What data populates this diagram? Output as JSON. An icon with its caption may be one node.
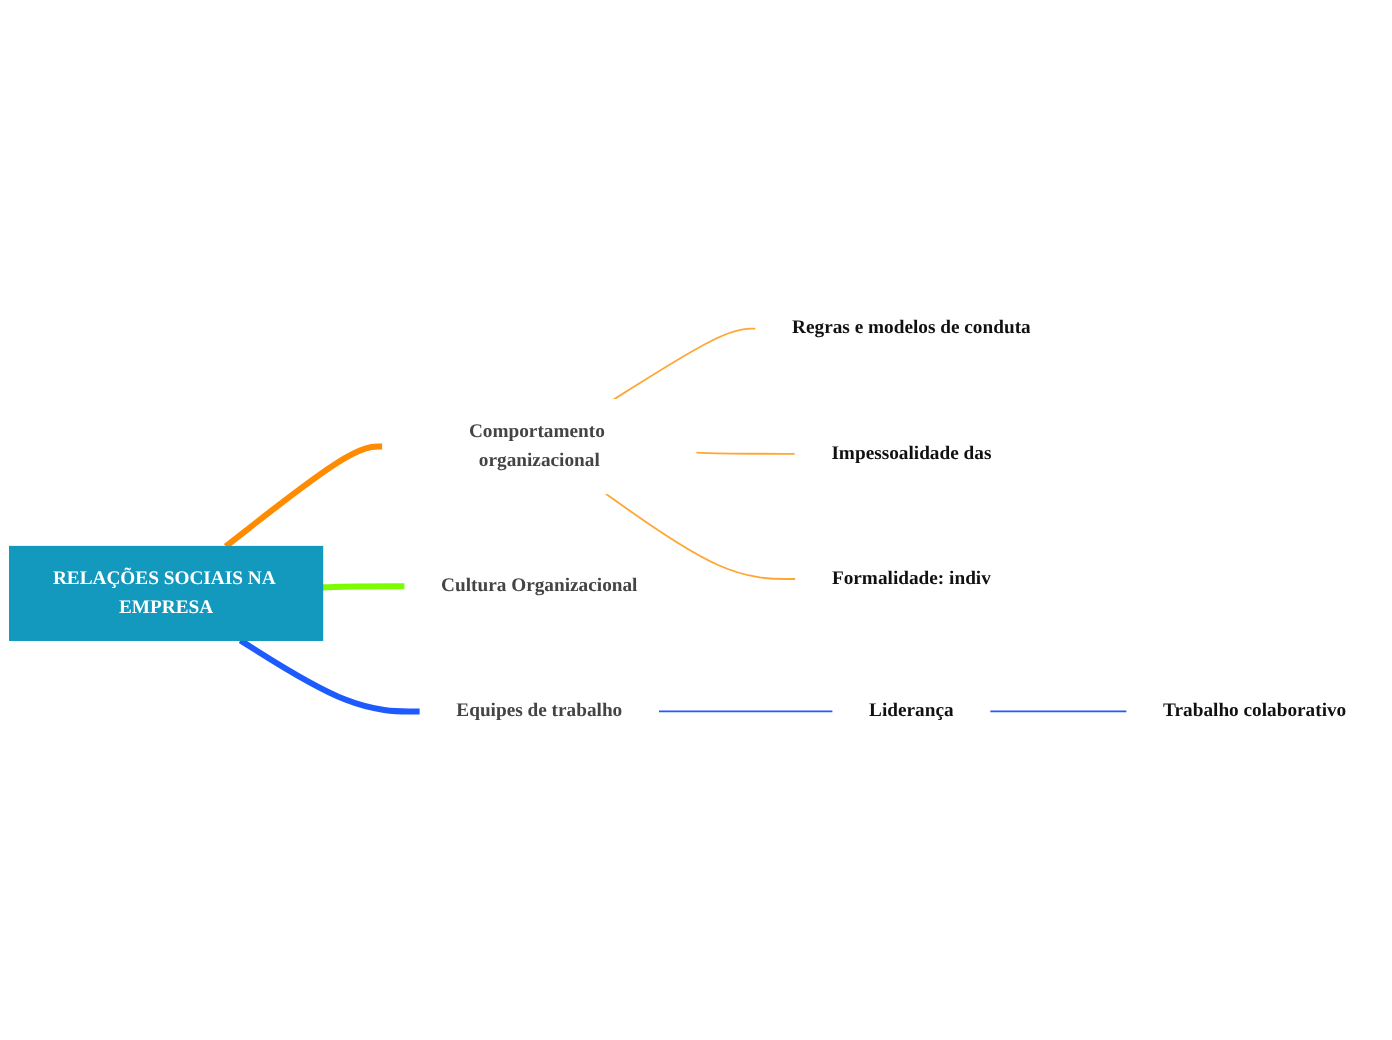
{
  "diagram": {
    "nodes": [
      {
        "text": [
          "RELAÇÕES SOCIAIS NA EMPRESA"
        ]
      },
      {
        "text": [
          "Comportamento organizacional"
        ]
      },
      {
        "text": [
          "Regras e modelos de conduta"
        ]
      },
      {
        "text": [
          "Impessoalidade das"
        ]
      },
      {
        "text": [
          "Formalidade: indiv"
        ]
      },
      {
        "text": [
          "Cultura Organizacional"
        ]
      },
      {
        "text": [
          "Equipes de trabalho"
        ]
      },
      {
        "text": [
          "Liderança"
        ]
      },
      {
        "text": [
          "Trabalho colaborativo"
        ]
      }
    ],
    "edges": [
      {
        "from": 0,
        "to": 1,
        "arrow": "none",
        "style": "thick",
        "color": "#ff8c00"
      },
      {
        "from": 1,
        "to": 2,
        "arrow": "none",
        "color": "#ffa733"
      },
      {
        "from": 1,
        "to": 3,
        "arrow": "none",
        "color": "#ffa733"
      },
      {
        "from": 1,
        "to": 4,
        "arrow": "none",
        "color": "#ffa733"
      },
      {
        "from": 0,
        "to": 5,
        "arrow": "none",
        "style": "thick",
        "color": "#7cfc00"
      },
      {
        "from": 0,
        "to": 6,
        "arrow": "none",
        "style": "thick",
        "color": "#1e5bff"
      },
      {
        "from": 6,
        "to": 7,
        "arrow": "none",
        "color": "#1e5bff"
      },
      {
        "from": 7,
        "to": 8,
        "arrow": "none",
        "color": "#1e5bff"
      }
    ]
  }
}
